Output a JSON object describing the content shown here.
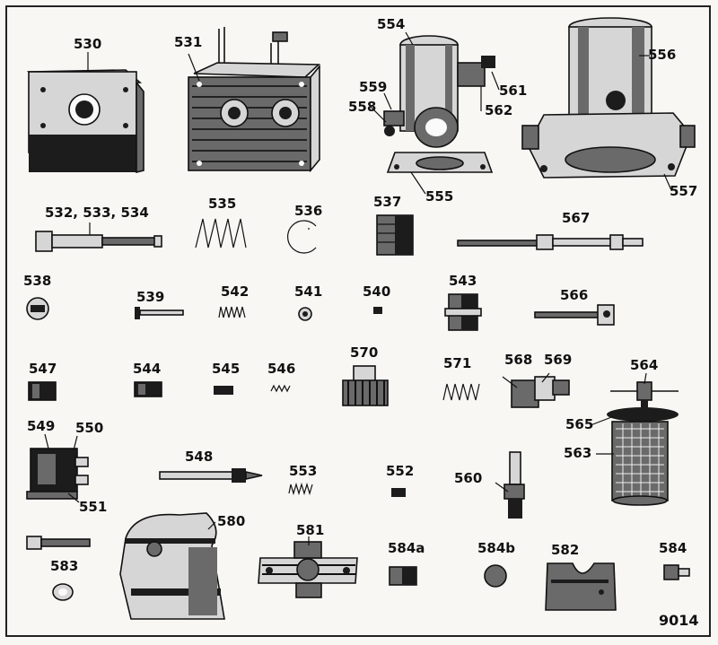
{
  "labels": {
    "p530": "530",
    "p531": "531",
    "p554": "554",
    "p556": "556",
    "p559": "559",
    "p558": "558",
    "p561": "561",
    "p562": "562",
    "p555": "555",
    "p557": "557",
    "p532": "532, 533, 534",
    "p535": "535",
    "p536": "536",
    "p537": "537",
    "p567": "567",
    "p538": "538",
    "p539": "539",
    "p542": "542",
    "p541": "541",
    "p540": "540",
    "p543": "543",
    "p566": "566",
    "p547": "547",
    "p544": "544",
    "p545": "545",
    "p546": "546",
    "p570": "570",
    "p571": "571",
    "p568": "568",
    "p569": "569",
    "p564": "564",
    "p565": "565",
    "p563": "563",
    "p549": "549",
    "p550": "550",
    "p551": "551",
    "p548": "548",
    "p553": "553",
    "p552": "552",
    "p560": "560",
    "p580": "580",
    "p581": "581",
    "p584a": "584a",
    "p584b": "584b",
    "p582": "582",
    "p584": "584",
    "p583": "583"
  },
  "figure_number": "9014"
}
